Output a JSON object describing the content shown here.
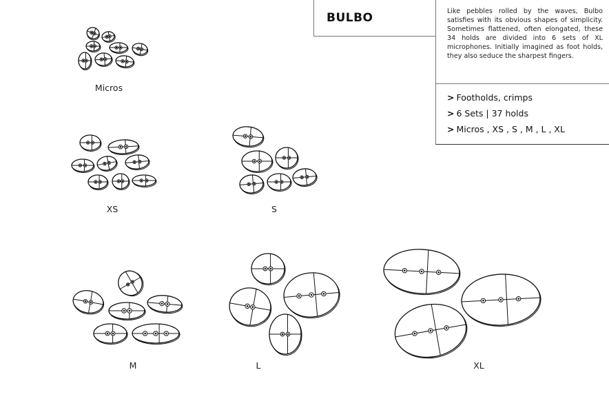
{
  "product": {
    "title": "BULBO",
    "description": "Like pebbles rolled by the waves, Bulbo satisfies with its obvious shapes of simplicity. Sometimes flattened, often elongated, these 34 holds are divided into 6 sets of XL microphones. Initially imagined as foot holds, they also seduce the sharpest fingers.",
    "features": [
      {
        "bullet": ">",
        "text": "Footholds, crimps"
      },
      {
        "bullet": ">",
        "text": "6 Sets | 37 holds"
      },
      {
        "bullet": ">",
        "text": "Micros , XS , S , M , L , XL"
      }
    ]
  },
  "sets": [
    {
      "label": "Micros"
    },
    {
      "label": "XS"
    },
    {
      "label": "S"
    },
    {
      "label": "M"
    },
    {
      "label": "L"
    },
    {
      "label": "XL"
    }
  ]
}
